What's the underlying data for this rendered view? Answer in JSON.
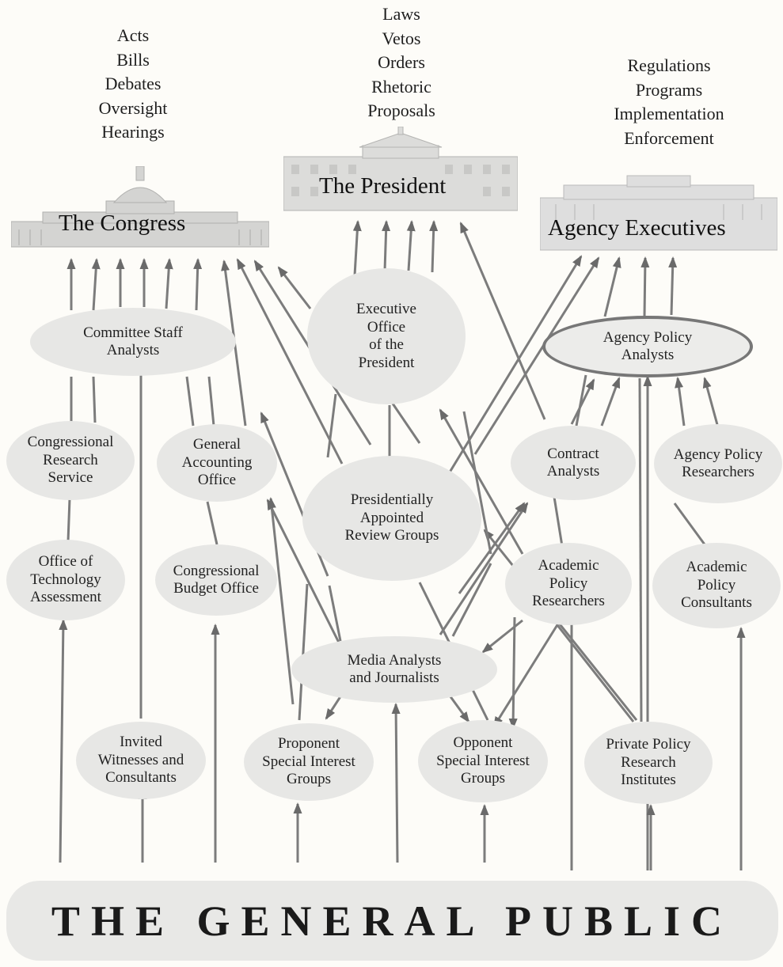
{
  "outputs": {
    "congress": [
      "Acts",
      "Bills",
      "Debates",
      "Oversight",
      "Hearings"
    ],
    "president": [
      "Laws",
      "Vetos",
      "Orders",
      "Rhetoric",
      "Proposals"
    ],
    "agency": [
      "Regulations",
      "Programs",
      "Implementation",
      "Enforcement"
    ]
  },
  "institutions": {
    "congress": "The Congress",
    "president": "The President",
    "agency": "Agency Executives"
  },
  "nodes": {
    "committee_staff": [
      "Committee Staff",
      "Analysts"
    ],
    "eop": [
      "Executive",
      "Office",
      "of the",
      "President"
    ],
    "agency_analysts": [
      "Agency Policy",
      "Analysts"
    ],
    "crs": [
      "Congressional",
      "Research",
      "Service"
    ],
    "gao": [
      "General",
      "Accounting",
      "Office"
    ],
    "contract": [
      "Contract",
      "Analysts"
    ],
    "agency_researchers": [
      "Agency Policy",
      "Researchers"
    ],
    "review_groups": [
      "Presidentially",
      "Appointed",
      "Review Groups"
    ],
    "ota": [
      "Office of",
      "Technology",
      "Assessment"
    ],
    "cbo": [
      "Congressional",
      "Budget Office"
    ],
    "academic_researchers": [
      "Academic",
      "Policy",
      "Researchers"
    ],
    "academic_consultants": [
      "Academic",
      "Policy",
      "Consultants"
    ],
    "media": [
      "Media Analysts",
      "and Journalists"
    ],
    "witnesses": [
      "Invited",
      "Witnesses and",
      "Consultants"
    ],
    "proponent": [
      "Proponent",
      "Special Interest",
      "Groups"
    ],
    "opponent": [
      "Opponent",
      "Special Interest",
      "Groups"
    ],
    "private": [
      "Private Policy",
      "Research",
      "Institutes"
    ]
  },
  "public": "THE GENERAL PUBLIC"
}
